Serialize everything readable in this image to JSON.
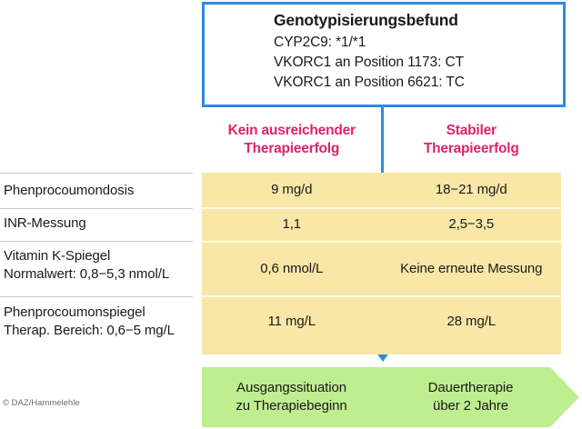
{
  "header_box": {
    "title": "Genotypisierungsbefund",
    "lines": [
      "CYP2C9: *1/*1",
      "VKORC1 an Position 1173: CT",
      "VKORC1 an Position 6621: TC"
    ]
  },
  "columns": [
    {
      "line1": "Kein ausreichender",
      "line2": "Therapieerfolg"
    },
    {
      "line1": "Stabiler",
      "line2": "Therapieerfolg"
    }
  ],
  "rows": [
    {
      "label": "Phenprocoumondosis",
      "sublabel": "",
      "left": "9 mg/d",
      "right": "18−21 mg/d"
    },
    {
      "label": "INR-Messung",
      "sublabel": "",
      "left": "1,1",
      "right": "2,5−3,5"
    },
    {
      "label": "Vitamin K-Spiegel",
      "sublabel": "Normalwert: 0,8−5,3 nmol/L",
      "left": "0,6 nmol/L",
      "right": "Keine erneute Messung"
    },
    {
      "label": "Phenprocoumonspiegel",
      "sublabel": "Therap. Bereich: 0,6−5 mg/L",
      "left": "11 mg/L",
      "right": "28 mg/L"
    }
  ],
  "footer": [
    {
      "line1": "Ausgangssituation",
      "line2": "zu Therapiebeginn"
    },
    {
      "line1": "Dauertherapie",
      "line2": "über 2 Jahre"
    }
  ],
  "credit": "© DAZ/Hammelehle",
  "colors": {
    "box_border": "#2E8BE0",
    "arrow": "#2E8BE0",
    "column_header": "#E2216B",
    "value_panel": "#F9E7A8",
    "footer_banner": "#BFEE90",
    "row_separator": "#c9c9c9"
  }
}
